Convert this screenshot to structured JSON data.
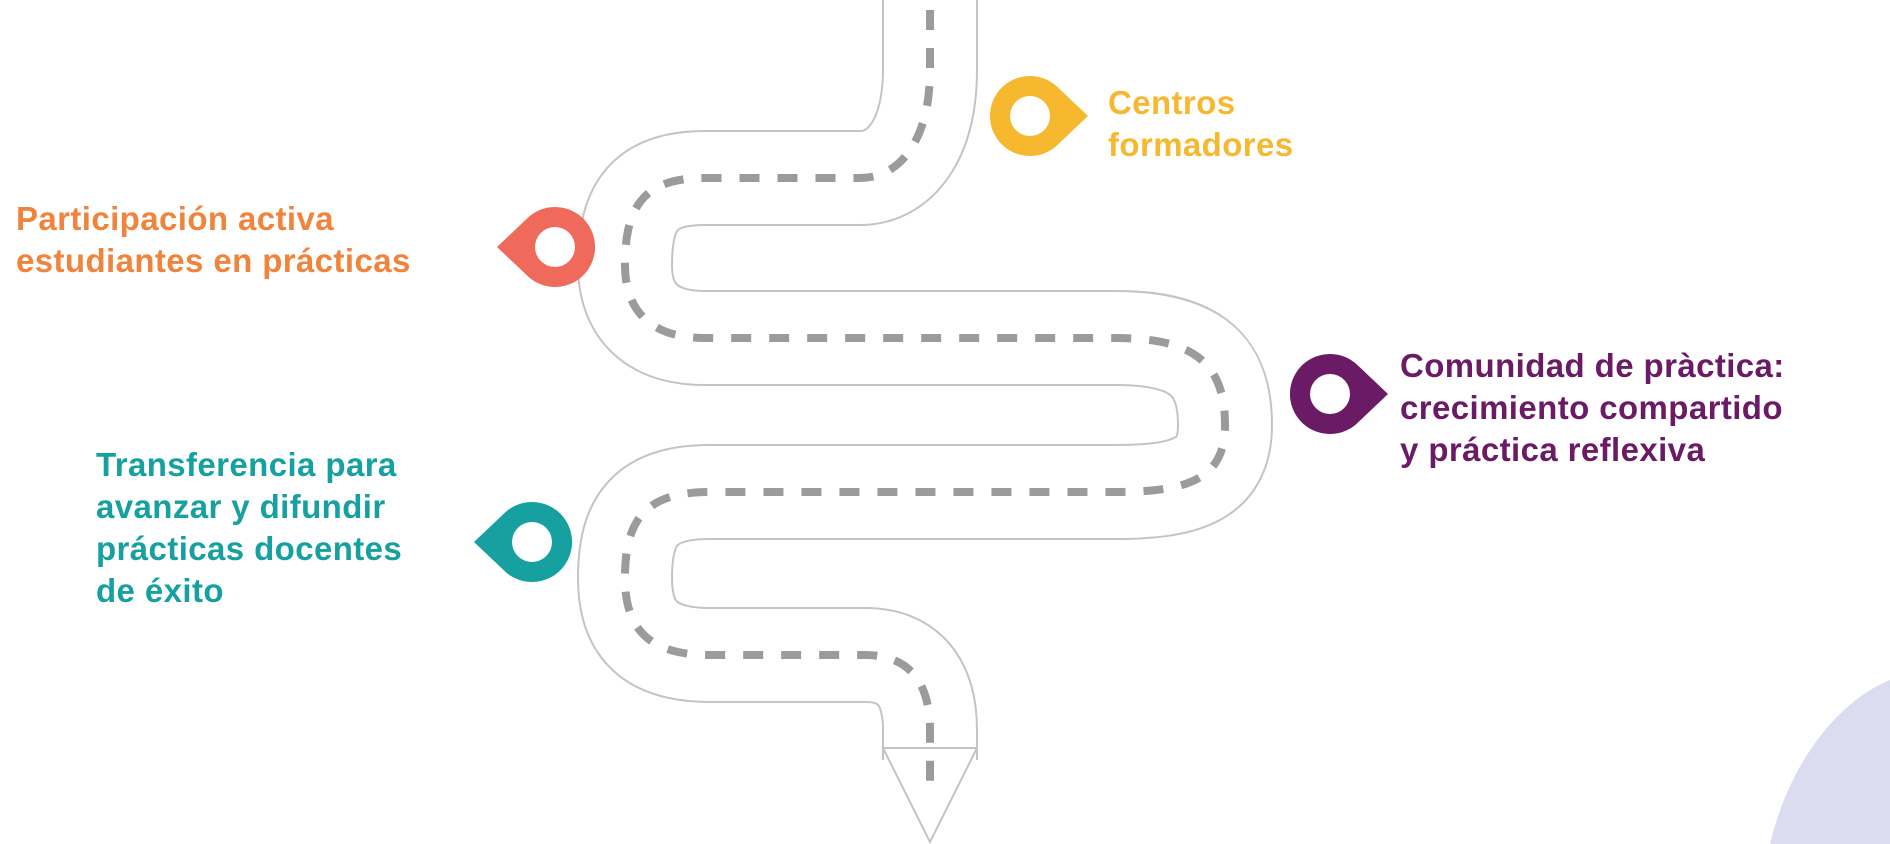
{
  "colors": {
    "road_fill": "#ffffff",
    "road_edge": "#c4c4c4",
    "dash": "#9b9b9b",
    "corner_blob": "#dcdcf0"
  },
  "milestones": [
    {
      "id": "centros",
      "lines": [
        "Centros",
        "formadores"
      ],
      "color": "#f5b82e",
      "icon": "map-pin-icon"
    },
    {
      "id": "participacion",
      "lines": [
        "Participación activa",
        "estudiantes en prácticas"
      ],
      "color": "#f06a5b",
      "text_color": "#f0843c",
      "icon": "map-pin-icon"
    },
    {
      "id": "comunidad",
      "lines": [
        "Comunidad de pràctica:",
        "crecimiento compartido",
        "y práctica reflexiva"
      ],
      "color": "#6b1a66",
      "icon": "map-pin-icon"
    },
    {
      "id": "transferencia",
      "lines": [
        "Transferencia para",
        "avanzar y difundir",
        "prácticas docentes",
        "de éxito"
      ],
      "color": "#16a0a0",
      "icon": "map-pin-icon"
    }
  ]
}
